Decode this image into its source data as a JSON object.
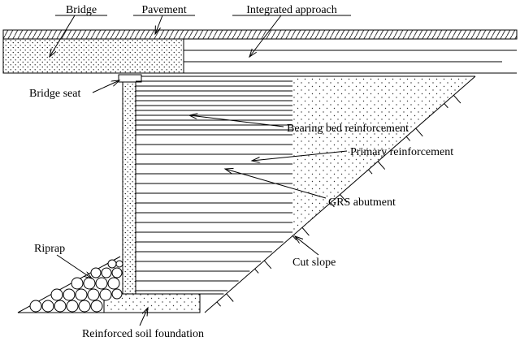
{
  "diagram": {
    "labels": {
      "bridge": "Bridge",
      "pavement": "Pavement",
      "integrated_approach": "Integrated approach",
      "bridge_seat": "Bridge seat",
      "bearing_bed_reinforcement": "Bearing bed reinforcement",
      "primary_reinforcement": "Primary reinforcement",
      "grs_abutment": "GRS abutment",
      "cut_slope": "Cut slope",
      "riprap": "Riprap",
      "reinforced_soil_foundation": "Reinforced soil foundation"
    },
    "colors": {
      "line": "#000000",
      "background": "#ffffff"
    }
  }
}
